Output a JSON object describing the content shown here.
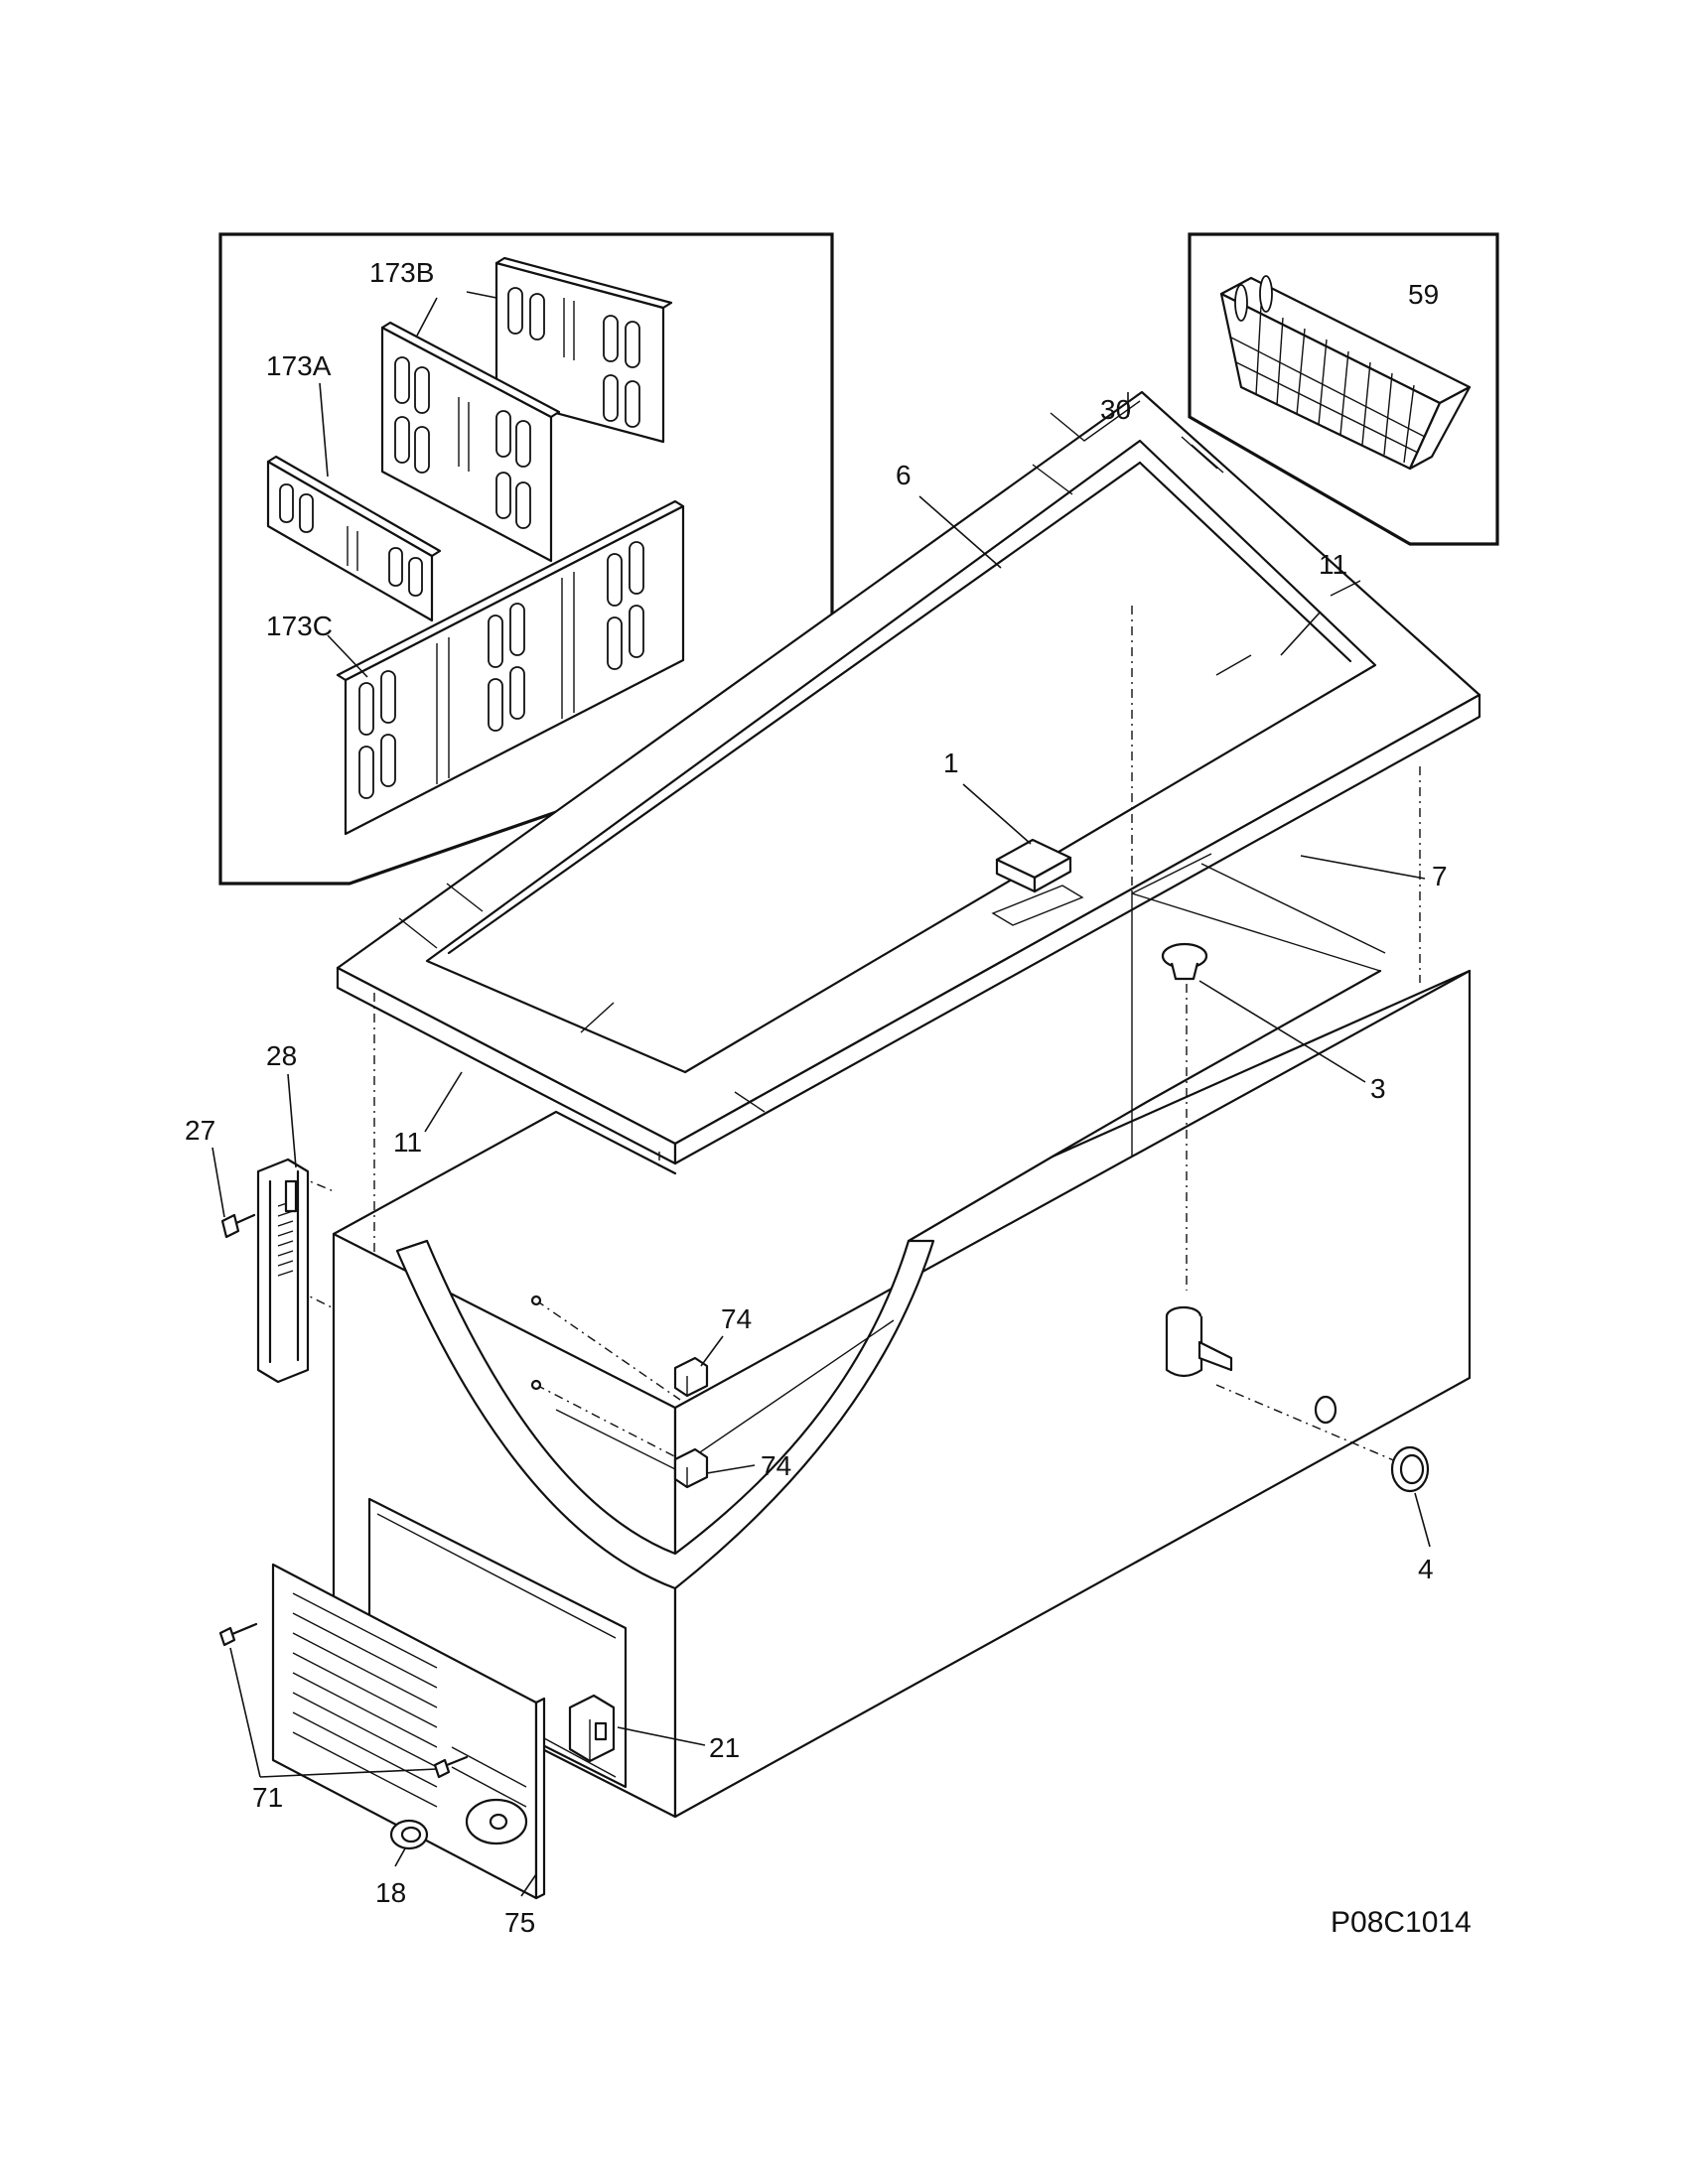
{
  "diagram_code": "P08C1014",
  "callouts": {
    "c173A": "173A",
    "c173B": "173B",
    "c173C": "173C",
    "c59": "59",
    "c30": "30",
    "c6": "6",
    "c11_top": "11",
    "c1": "1",
    "c7": "7",
    "c3": "3",
    "c28": "28",
    "c27": "27",
    "c11_left": "11",
    "c74_upper": "74",
    "c74_lower": "74",
    "c4": "4",
    "c71": "71",
    "c21": "21",
    "c18": "18",
    "c75": "75"
  }
}
